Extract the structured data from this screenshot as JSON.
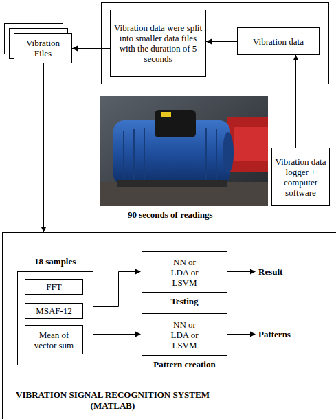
{
  "diagram": {
    "nodes": [
      {
        "text": [
          "Vibration Files"
        ]
      },
      {
        "text": [
          "Vibration data were split into smaller data files with the duration of 5 seconds"
        ]
      },
      {
        "text": [
          "Vibration data"
        ]
      },
      {
        "text": [
          "Vibration data logger + computer software"
        ]
      },
      {
        "text": [
          "VIBRATION SIGNAL RECOGNITION SYSTEM (MATLAB)"
        ]
      },
      {
        "text": [
          "FFT"
        ],
        "in": 4
      },
      {
        "text": [
          "MSAF-12"
        ],
        "in": 4
      },
      {
        "text": [
          "Mean of vector sum"
        ],
        "in": 4
      },
      {
        "text": [
          "NN or LDA or LSVM",
          "Testing"
        ],
        "in": 4
      },
      {
        "text": [
          "NN or LDA or LSVM",
          "Pattern creation"
        ],
        "in": 4
      }
    ],
    "edges": [
      {
        "from": 2,
        "to": 1,
        "arrow": "to"
      },
      {
        "from": 1,
        "to": 0,
        "arrow": "to"
      },
      {
        "from": 3,
        "to": 2,
        "arrow": "to"
      },
      {
        "from": 0,
        "to": 4,
        "arrow": "to"
      }
    ],
    "labels": [
      "90 seconds of readings",
      "18 samples",
      "Result",
      "Patterns"
    ]
  }
}
